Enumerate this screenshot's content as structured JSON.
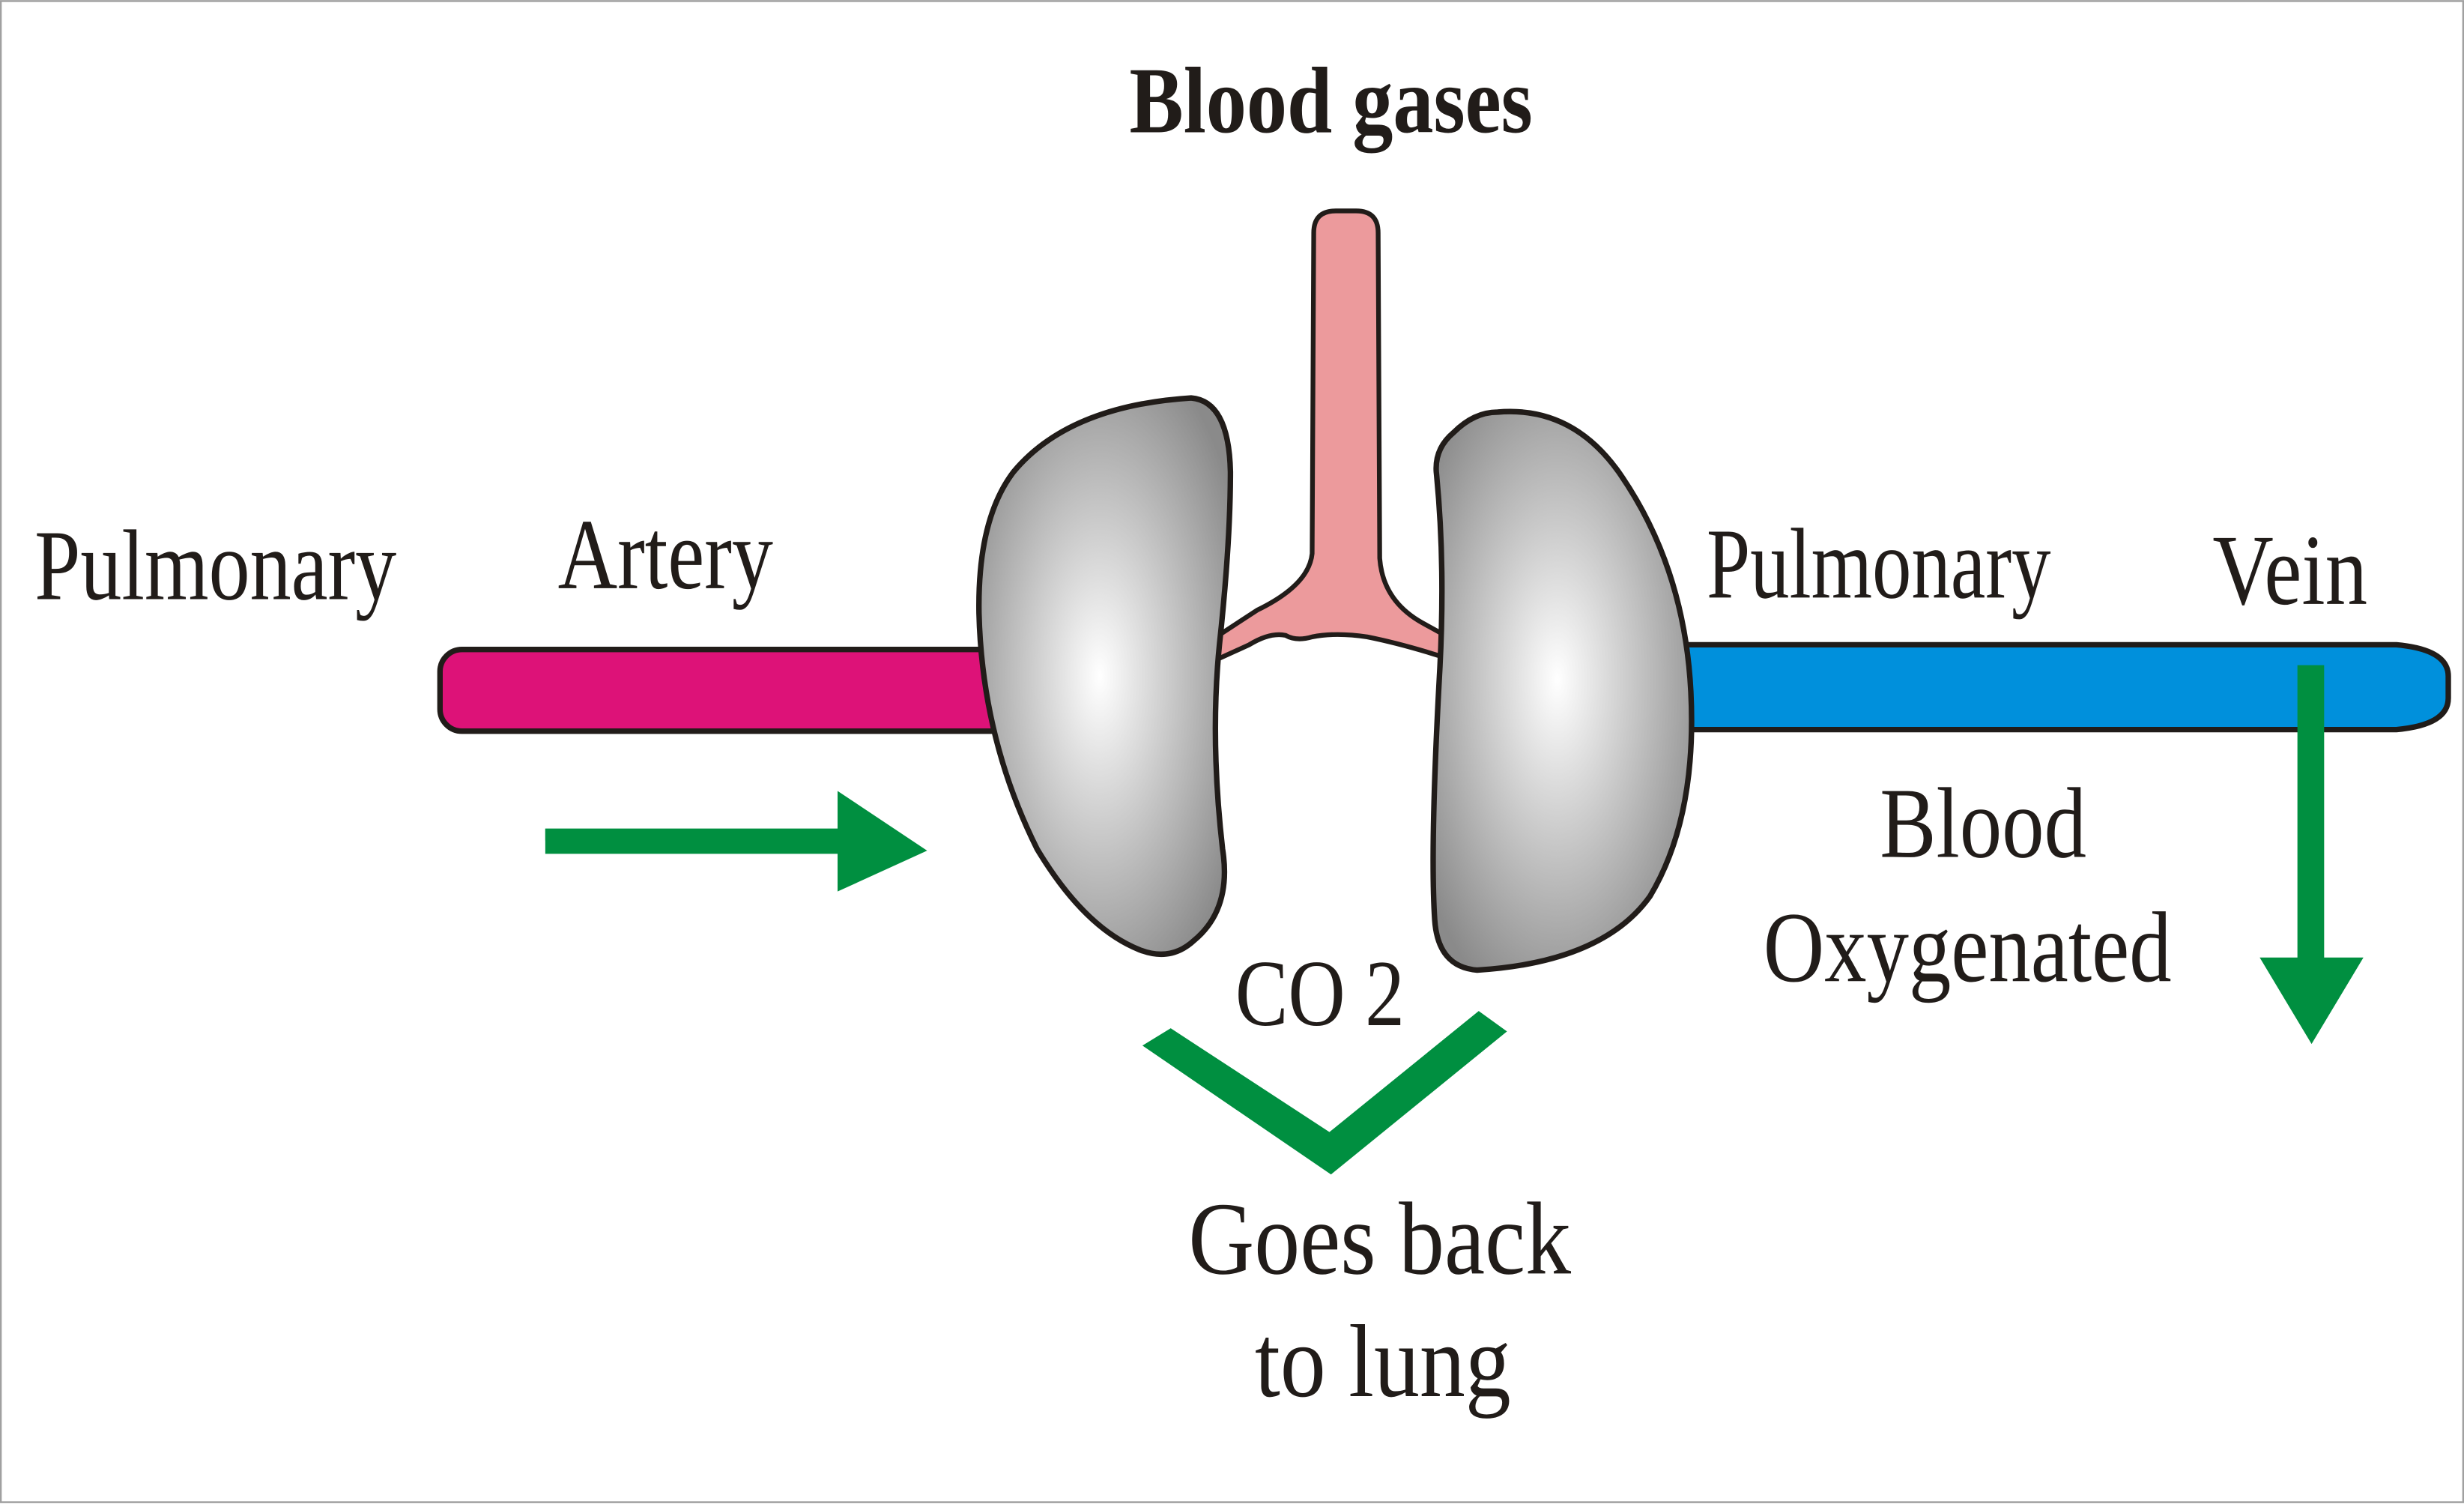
{
  "title": "Blood gases",
  "labels": {
    "pulmonary_artery_word1": "Pulmonary",
    "pulmonary_artery_word2": "Artery",
    "pulmonary_vein_word1": "Pulmonary",
    "pulmonary_vein_word2": "Vein",
    "oxygenated_line1": "Blood",
    "oxygenated_line2": "Oxygenated",
    "co2": "CO 2",
    "returns_line1": "Goes back",
    "returns_line2": "to lung"
  },
  "colors": {
    "artery": "#dd1278",
    "vein": "#0090dc",
    "trachea": "#ec9a9c",
    "arrow": "#008f40",
    "lung_light": "#ffffff",
    "lung_dark": "#8a8a8a",
    "outline": "#211c19",
    "frame": "#a0a0a0"
  },
  "icons": {
    "flow_in_arrow": "arrow-right-icon",
    "flow_out_arrow": "arrow-down-icon",
    "co2_return": "chevron-down-icon"
  }
}
